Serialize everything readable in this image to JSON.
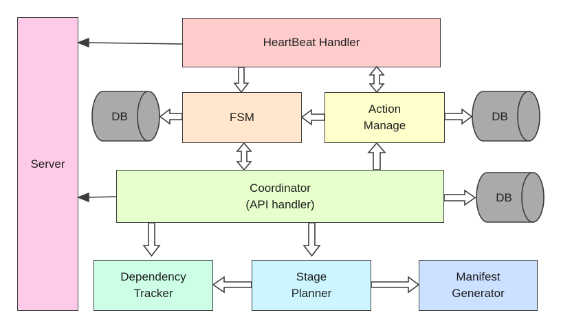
{
  "boxes": {
    "server": {
      "lines": [
        "Server"
      ],
      "color": "#ffc9e8"
    },
    "heartbeat": {
      "lines": [
        "HeartBeat Handler"
      ],
      "color": "#ffcccc"
    },
    "fsm": {
      "lines": [
        "FSM"
      ],
      "color": "#ffe6cc"
    },
    "action": {
      "lines": [
        "Action",
        "Manage"
      ],
      "color": "#ffffcc"
    },
    "coordinator": {
      "lines": [
        "Coordinator",
        "(API handler)"
      ],
      "color": "#e6ffcc"
    },
    "dependency": {
      "lines": [
        "Dependency",
        "Tracker"
      ],
      "color": "#ccffe6"
    },
    "stage": {
      "lines": [
        "Stage",
        "Planner"
      ],
      "color": "#ccf5ff"
    },
    "manifest": {
      "lines": [
        "Manifest",
        "Generator"
      ],
      "color": "#cce0ff"
    }
  },
  "databases": [
    {
      "id": "db-fsm",
      "label": "DB"
    },
    {
      "id": "db-action",
      "label": "DB"
    },
    {
      "id": "db-coordinator",
      "label": "DB"
    }
  ],
  "colors": {
    "database": "#aaaaaa",
    "stroke": "#3c3c3c"
  }
}
